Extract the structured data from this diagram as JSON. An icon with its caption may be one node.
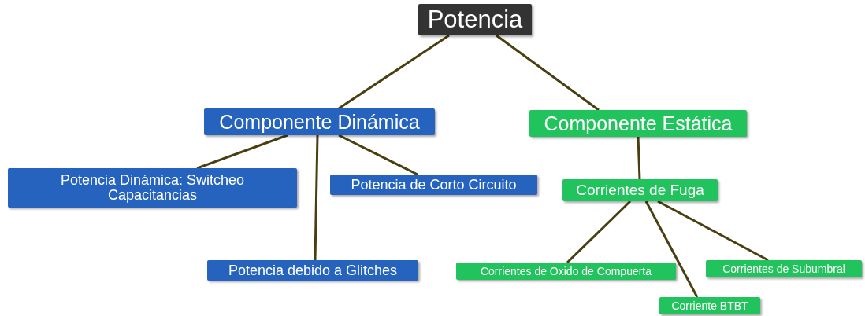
{
  "diagram": {
    "nodes": [
      {
        "text": [
          "Potencia"
        ]
      },
      {
        "text": [
          "Componente Dinámica"
        ]
      },
      {
        "text": [
          "Componente Estática"
        ]
      },
      {
        "text": [
          "Potencia Dinámica: Switcheo Capacitancias"
        ]
      },
      {
        "text": [
          "Potencia de Corto Circuito"
        ]
      },
      {
        "text": [
          "Potencia debido a Glitches"
        ]
      },
      {
        "text": [
          "Corrientes de Fuga"
        ]
      },
      {
        "text": [
          "Corrientes de Oxido de Compuerta"
        ]
      },
      {
        "text": [
          "Corriente BTBT"
        ]
      },
      {
        "text": [
          "Corrientes de Subumbral"
        ]
      }
    ],
    "edges": [
      {
        "from": 0,
        "to": 1,
        "arrow": "none"
      },
      {
        "from": 0,
        "to": 2,
        "arrow": "none"
      },
      {
        "from": 1,
        "to": 3,
        "arrow": "none"
      },
      {
        "from": 1,
        "to": 5,
        "arrow": "none"
      },
      {
        "from": 1,
        "to": 4,
        "arrow": "none"
      },
      {
        "from": 2,
        "to": 6,
        "arrow": "none"
      },
      {
        "from": 6,
        "to": 7,
        "arrow": "none"
      },
      {
        "from": 6,
        "to": 8,
        "arrow": "none"
      },
      {
        "from": 6,
        "to": 9,
        "arrow": "none"
      }
    ]
  }
}
